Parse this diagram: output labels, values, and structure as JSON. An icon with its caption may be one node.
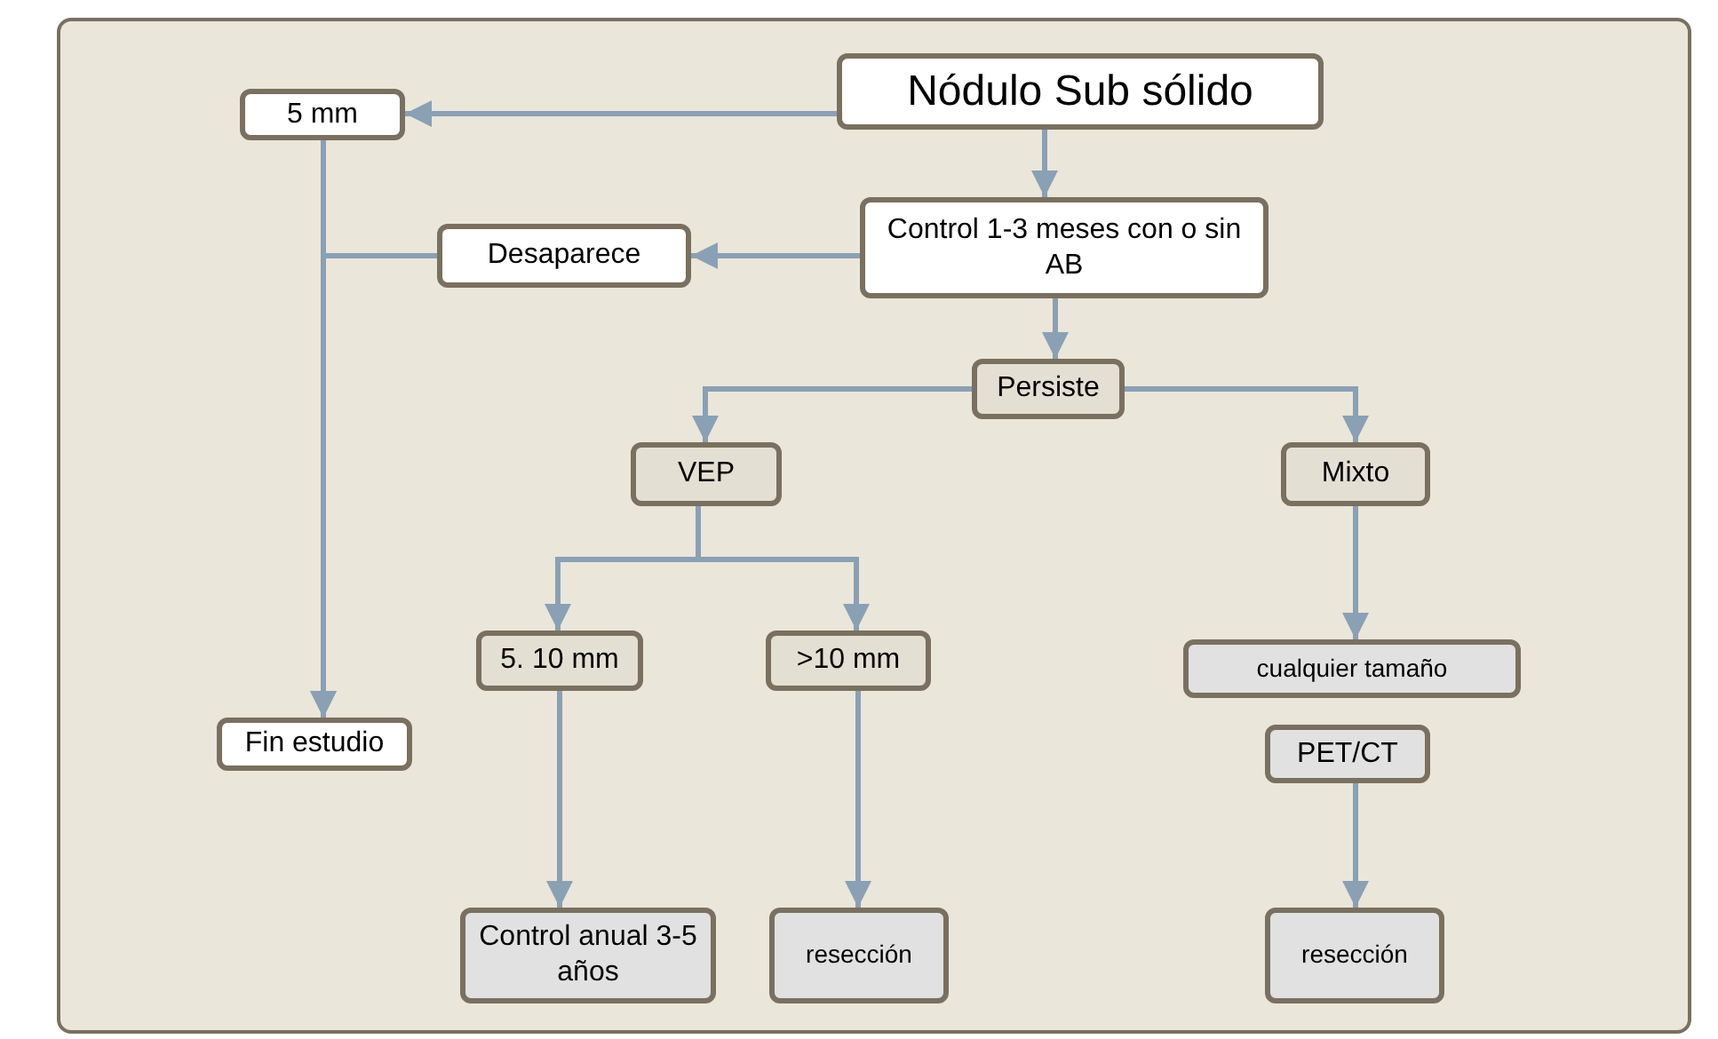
{
  "diagram": {
    "nodes": [
      {
        "text": [
          "Nódulo Sub sólido"
        ]
      },
      {
        "text": [
          "5 mm"
        ]
      },
      {
        "text": [
          "Control 1-3 meses con o sin AB"
        ]
      },
      {
        "text": [
          "Desaparece"
        ]
      },
      {
        "text": [
          "Persiste"
        ]
      },
      {
        "text": [
          "VEP"
        ]
      },
      {
        "text": [
          "Mixto"
        ]
      },
      {
        "text": [
          "5. 10 mm"
        ]
      },
      {
        "text": [
          ">10 mm"
        ]
      },
      {
        "text": [
          "cualquier tamaño"
        ]
      },
      {
        "text": [
          "PET/CT"
        ]
      },
      {
        "text": [
          "Fin estudio"
        ]
      },
      {
        "text": [
          "Control anual 3-5 años"
        ]
      },
      {
        "text": [
          "resección"
        ]
      },
      {
        "text": [
          "resección"
        ]
      }
    ],
    "edges": [
      {
        "from": 0,
        "to": 1,
        "arrow": "to"
      },
      {
        "from": 0,
        "to": 2,
        "arrow": "to"
      },
      {
        "from": 2,
        "to": 3,
        "arrow": "to"
      },
      {
        "from": 3,
        "to": 11,
        "arrow": "to"
      },
      {
        "from": 1,
        "to": 11,
        "arrow": "to"
      },
      {
        "from": 2,
        "to": 4,
        "arrow": "to"
      },
      {
        "from": 4,
        "to": 5,
        "arrow": "to"
      },
      {
        "from": 4,
        "to": 6,
        "arrow": "to"
      },
      {
        "from": 5,
        "to": 7,
        "arrow": "to"
      },
      {
        "from": 5,
        "to": 8,
        "arrow": "to"
      },
      {
        "from": 6,
        "to": 9,
        "arrow": "to"
      },
      {
        "from": 10,
        "to": 14,
        "arrow": "to"
      },
      {
        "from": 7,
        "to": 12,
        "arrow": "to"
      },
      {
        "from": 8,
        "to": 13,
        "arrow": "to"
      }
    ]
  }
}
